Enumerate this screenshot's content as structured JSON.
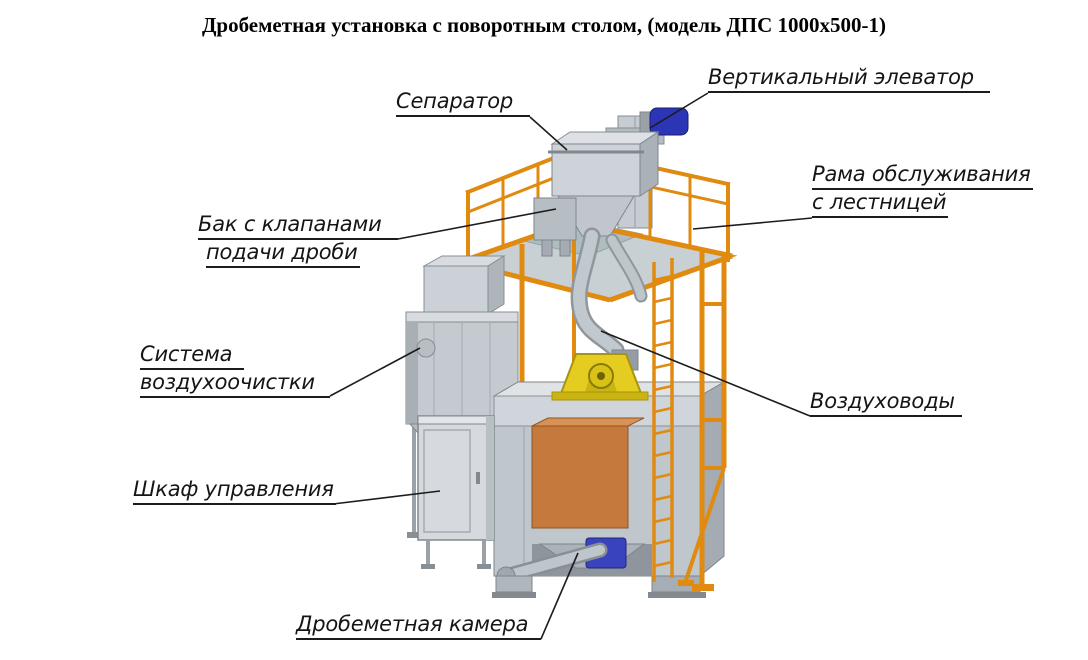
{
  "title": "Дробеметная установка с поворотным столом, (модель ДПС 1000х500-1)",
  "labels": {
    "separator": {
      "text": "Сепаратор"
    },
    "elevator": {
      "text": "Вертикальный элеватор"
    },
    "service_frame": {
      "line1": "Рама обслуживания",
      "line2": "с лестницей"
    },
    "shot_tank": {
      "line1": "Бак с клапанами",
      "line2": "подачи дроби"
    },
    "air_system": {
      "line1": "Система",
      "line2": "воздухоочистки"
    },
    "air_ducts": {
      "text": "Воздуховоды"
    },
    "control_cabinet": {
      "text": "Шкаф управления"
    },
    "blast_chamber": {
      "text": "Дробеметная камера"
    }
  },
  "colors": {
    "frame_orange": "#E08A10",
    "machine_gray": "#C4CAD0",
    "motor_blue": "#2B35B5",
    "blast_wheel_yellow": "#E4CD20",
    "door_orange": "#C5793C"
  }
}
